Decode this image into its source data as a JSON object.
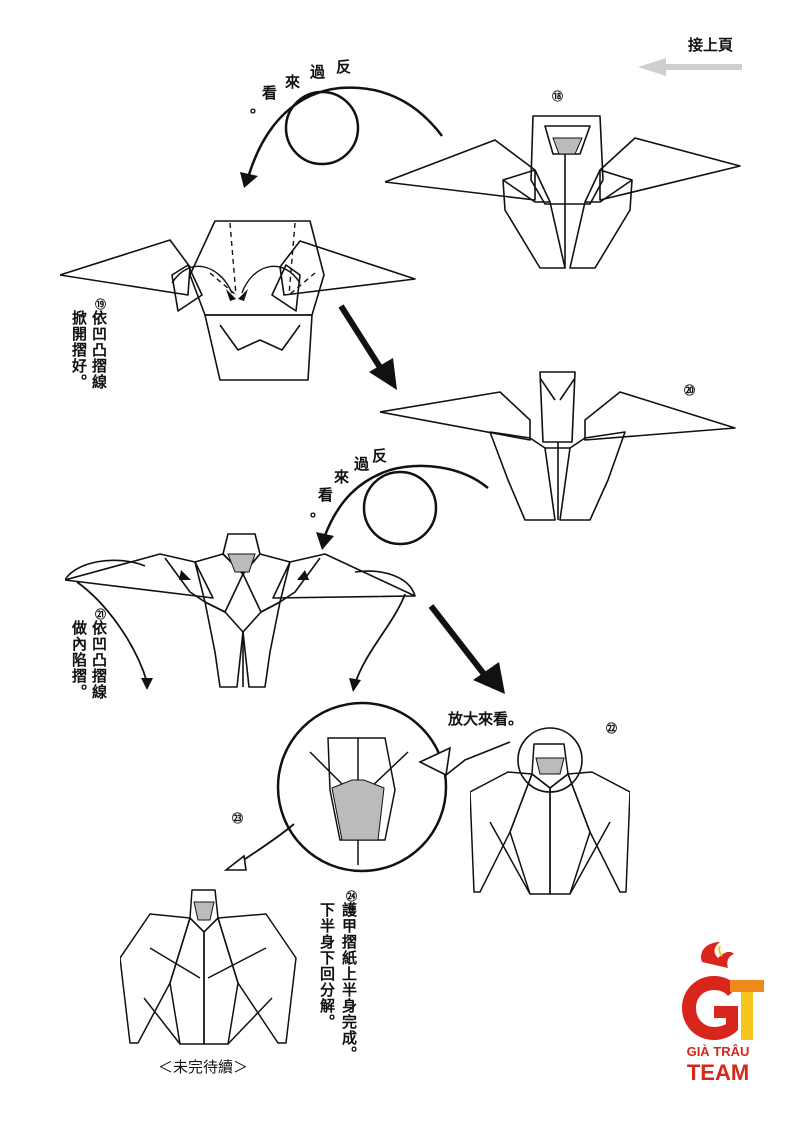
{
  "header": {
    "continued_label": "接上頁"
  },
  "steps": {
    "s18": {
      "number": "⑱"
    },
    "s19": {
      "number": "⑲",
      "line1": "依凹凸摺線",
      "line2": "掀開摺好。"
    },
    "s20": {
      "number": "⑳"
    },
    "s21": {
      "number": "㉑",
      "line1": "依凹凸摺線",
      "line2": "做內陷摺。"
    },
    "s22": {
      "number": "㉒",
      "zoom_label": "放大來看。"
    },
    "s23": {
      "number": "㉓"
    },
    "s24": {
      "number": "㉔",
      "line1": "護甲摺紙上半身完成。",
      "line2": "下半身下回分解。"
    }
  },
  "flip_label_1": {
    "c1": "反",
    "c2": "過",
    "c3": "來",
    "c4": "看",
    "c5": "。"
  },
  "flip_label_2": {
    "c1": "反",
    "c2": "過",
    "c3": "來",
    "c4": "看",
    "c5": "。"
  },
  "footer": {
    "to_be_continued": "＜未完待續＞"
  },
  "logo": {
    "letters": "GT",
    "line1": "GIÀ TRÂU",
    "line2": "TEAM",
    "colors": {
      "red": "#d8261c",
      "orange": "#f08a1c",
      "yellow": "#f7c41b"
    }
  }
}
